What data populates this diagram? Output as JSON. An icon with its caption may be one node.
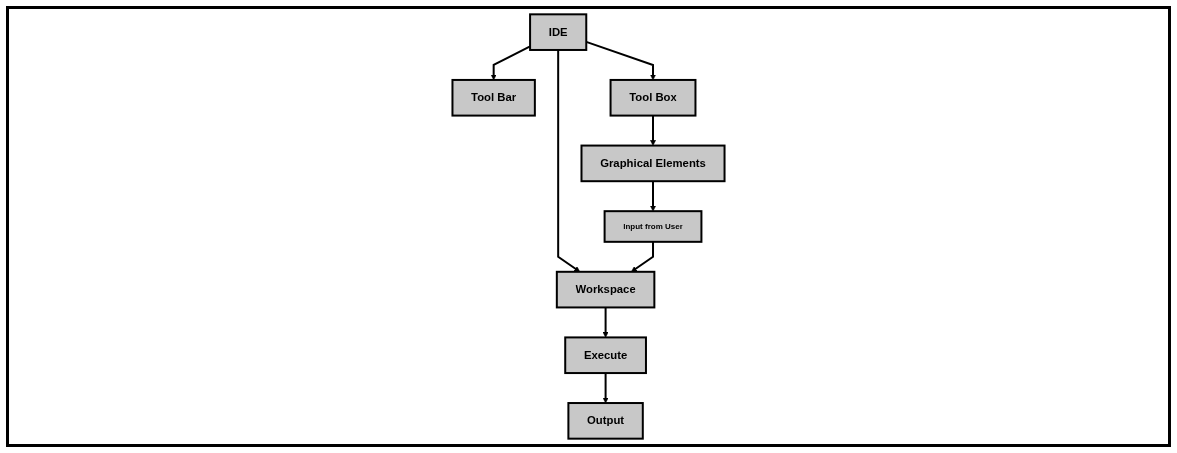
{
  "diagram": {
    "nodes": [
      {
        "text": [
          "IDE"
        ]
      },
      {
        "text": [
          "Tool Bar"
        ]
      },
      {
        "text": [
          "Tool Box"
        ]
      },
      {
        "text": [
          "Workspace"
        ]
      },
      {
        "text": [
          "Execute"
        ]
      },
      {
        "text": [
          "Graphical Elements"
        ]
      },
      {
        "text": [
          "Input from User"
        ]
      },
      {
        "text": [
          "Output"
        ]
      }
    ],
    "edges": [
      {
        "from": 0,
        "to": 1,
        "arrow": "to"
      },
      {
        "from": 0,
        "to": 2,
        "arrow": "to"
      },
      {
        "from": 0,
        "to": 3,
        "arrow": "to"
      },
      {
        "from": 3,
        "to": 4,
        "arrow": "to"
      },
      {
        "from": 2,
        "to": 5,
        "arrow": "to"
      },
      {
        "from": 5,
        "to": 6,
        "arrow": "to"
      },
      {
        "from": 6,
        "to": 3,
        "arrow": "to"
      },
      {
        "from": 4,
        "to": 7,
        "arrow": "to"
      }
    ]
  }
}
